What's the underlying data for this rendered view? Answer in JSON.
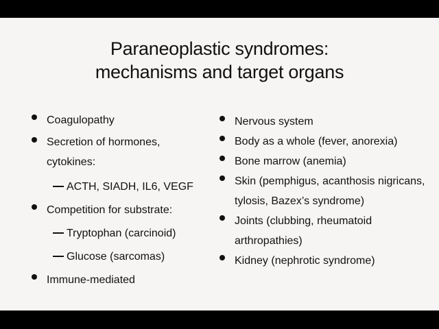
{
  "slide": {
    "title_line1": "Paraneoplastic syndromes:",
    "title_line2": "mechanisms and target organs",
    "left_column": {
      "items": [
        {
          "label": "Coagulopathy"
        },
        {
          "label": "Secretion of hormones, cytokines:"
        },
        {
          "sub": "ACTH, SIADH, IL6, VEGF"
        },
        {
          "label": "Competition for substrate:"
        },
        {
          "sub": "Tryptophan (carcinoid)"
        },
        {
          "sub": "Glucose (sarcomas)"
        },
        {
          "label": "Immune-mediated"
        }
      ]
    },
    "right_column": {
      "items": [
        {
          "label": "Nervous system"
        },
        {
          "label": "Body as a whole (fever, anorexia)"
        },
        {
          "label": "Bone marrow (anemia)"
        },
        {
          "label": "Skin (pemphigus, acanthosis nigricans, tylosis, Bazex’s syndrome)"
        },
        {
          "label": "Joints (clubbing, rheumatoid arthropathies)"
        },
        {
          "label": "Kidney (nephrotic syndrome)"
        }
      ]
    }
  }
}
